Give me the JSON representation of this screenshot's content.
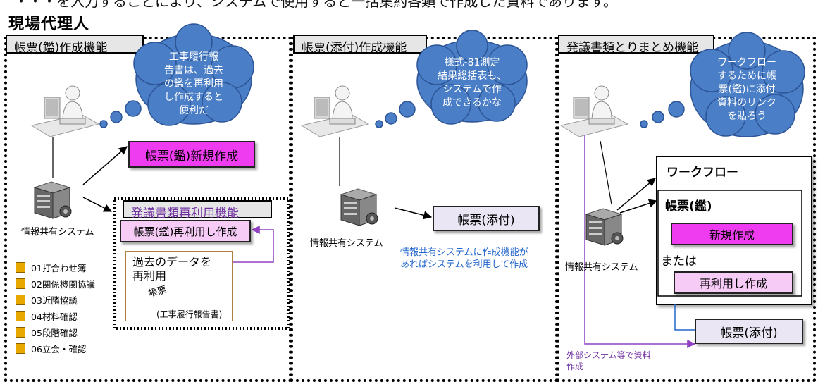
{
  "header": {
    "top_strip": "・・・を入力することにより、システムで使用すると一括集約各類で作成した資料であります。",
    "title": "現場代理人"
  },
  "panel1": {
    "title": "帳票(鑑)作成機能",
    "cloud": [
      "工事履行報",
      "告書は、過去",
      "の鑑を再利用",
      "し作成すると",
      "便利だ"
    ],
    "new_create_box": "帳票(鑑)新規作成",
    "system_label": "情報共有システム",
    "reuse_title": "発議書類再利用機能",
    "reuse_box": "帳票(鑑)再利用し作成",
    "past_data": [
      "過去のデータを",
      "再利用"
    ],
    "doc_stamp": "帳票",
    "doc_caption": "(工事履行報告書)",
    "folders": [
      "01打合わせ簿",
      "02関係機関協議",
      "03近隣協議",
      "04材料確認",
      "05段階確認",
      "06立会・確認"
    ]
  },
  "panel2": {
    "title": "帳票(添付)作成機能",
    "cloud": [
      "様式-81測定",
      "結果総括表も、",
      "システムで作",
      "成できるかな"
    ],
    "attach_box": "帳票(添付)",
    "system_label": "情報共有システム",
    "note": [
      "情報共有システムに作成機能が",
      "あればシステムを利用して作成"
    ]
  },
  "panel3": {
    "title": "発議書類とりまとめ機能",
    "cloud": [
      "ワークフロー",
      "するために帳",
      "票(鑑)に添付",
      "資料のリンク",
      "を貼ろう"
    ],
    "workflow_title": "ワークフロー",
    "kan_title": "帳票(鑑)",
    "new_btn": "新規作成",
    "or_text": "または",
    "reuse_btn": "再利用し作成",
    "attach_box": "帳票(添付)",
    "system_label": "情報共有システム",
    "note": [
      "外部システム等で資料",
      "作成"
    ]
  },
  "colors": {
    "cloud": "#4a7ec6",
    "magenta": "#f03cf0",
    "pink": "#f6ccf6",
    "purple_line": "#9040c0"
  }
}
